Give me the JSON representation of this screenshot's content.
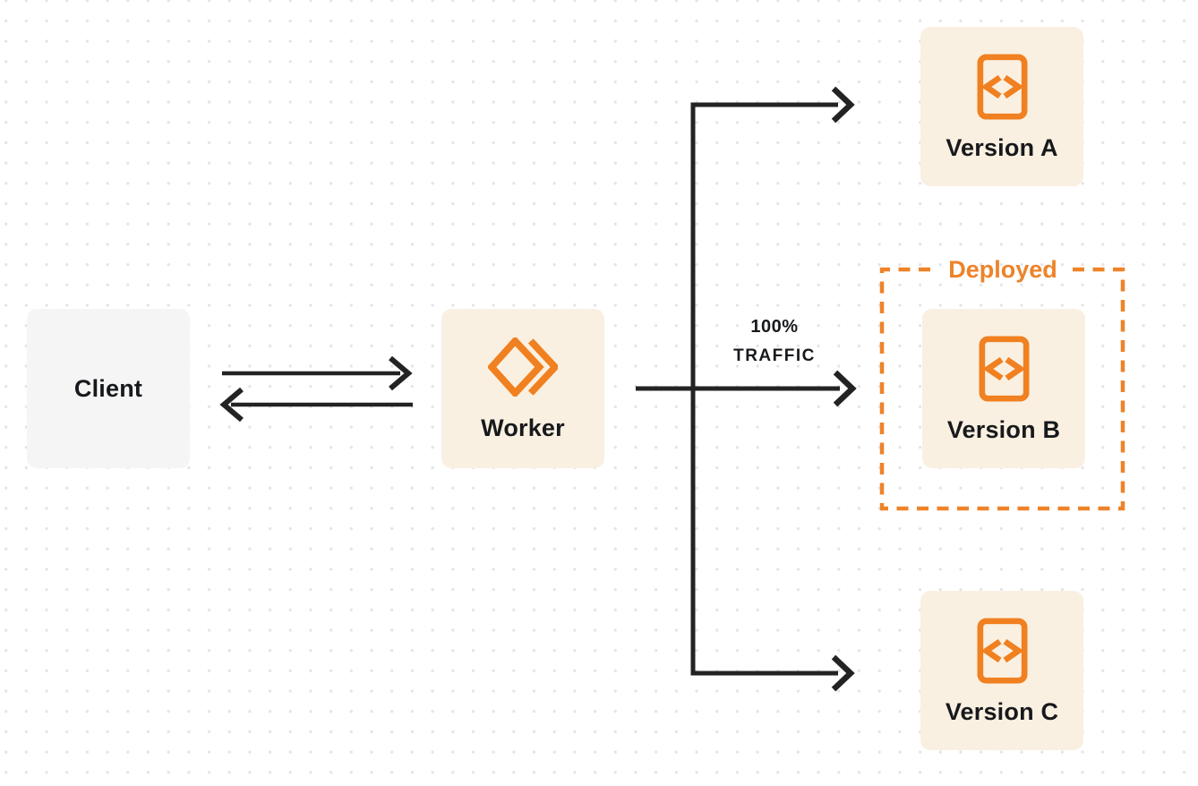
{
  "colors": {
    "background": "#ffffff",
    "dot_grid": "#e4e4e6",
    "accent_orange": "#ee8329",
    "logo_orange": "#f08020",
    "node_fill_cream": "#faf0e1",
    "client_fill_gray": "#f5f5f6",
    "connector_dark": "#232323",
    "label_dark": "#17191c"
  },
  "nodes": {
    "client": {
      "label": "Client"
    },
    "worker": {
      "label": "Worker",
      "icon": "workers-logo-icon"
    },
    "version_a": {
      "label": "Version A",
      "icon": "code-file-icon"
    },
    "version_b": {
      "label": "Version B",
      "icon": "code-file-icon"
    },
    "version_c": {
      "label": "Version C",
      "icon": "code-file-icon"
    }
  },
  "annotations": {
    "deployed_label": "Deployed",
    "traffic_line1": "100%",
    "traffic_line2": "TRAFFIC"
  },
  "edges": [
    {
      "from": "Client",
      "to": "Worker",
      "type": "request"
    },
    {
      "from": "Worker",
      "to": "Client",
      "type": "response"
    },
    {
      "from": "Worker",
      "to": "Version A"
    },
    {
      "from": "Worker",
      "to": "Version B",
      "label": "100% TRAFFIC"
    },
    {
      "from": "Worker",
      "to": "Version C"
    }
  ]
}
